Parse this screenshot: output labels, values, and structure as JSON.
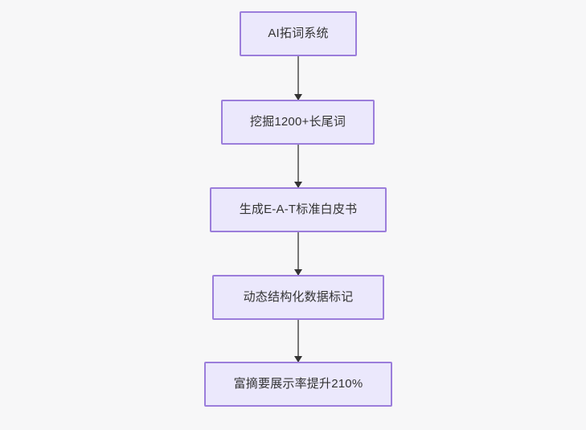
{
  "diagram": {
    "type": "flowchart",
    "orientation": "top-to-bottom",
    "background_color": "#f7f7f8",
    "node_fill_color": "#ebe8fc",
    "node_border_color": "#9b7ddb",
    "node_text_color": "#333333",
    "connector_color": "#777777",
    "arrowhead_color": "#333333",
    "nodes": [
      {
        "id": "node-1",
        "label": "AI拓词系统"
      },
      {
        "id": "node-2",
        "label": "挖掘1200+长尾词"
      },
      {
        "id": "node-3",
        "label": "生成E-A-T标准白皮书"
      },
      {
        "id": "node-4",
        "label": "动态结构化数据标记"
      },
      {
        "id": "node-5",
        "label": "富摘要展示率提升210%"
      }
    ],
    "edges": [
      {
        "id": "edge-1",
        "from": "node-1",
        "to": "node-2"
      },
      {
        "id": "edge-2",
        "from": "node-2",
        "to": "node-3"
      },
      {
        "id": "edge-3",
        "from": "node-3",
        "to": "node-4"
      },
      {
        "id": "edge-4",
        "from": "node-4",
        "to": "node-5"
      }
    ]
  }
}
